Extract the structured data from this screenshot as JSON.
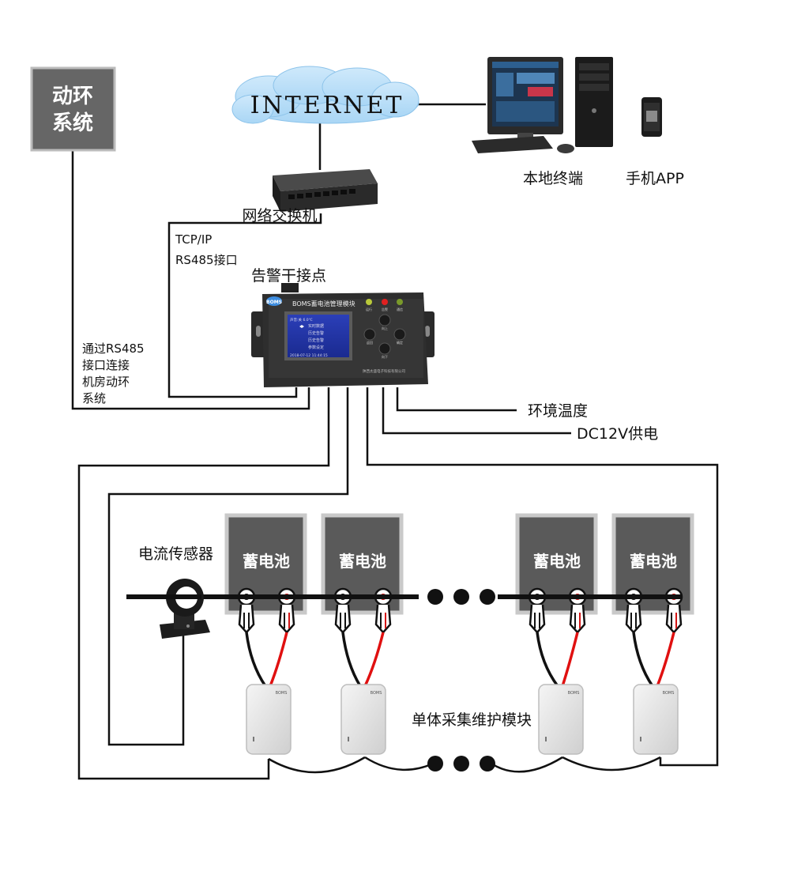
{
  "labels": {
    "dynamic_env_system": [
      "动环",
      "系统"
    ],
    "internet": "INTERNET",
    "local_terminal": "本地终端",
    "mobile_app": "手机APP",
    "network_switch": "网络交换机",
    "tcp_ip": "TCP/IP",
    "rs485_port": "RS485接口",
    "alarm_dry_contact": "告警干接点",
    "rs485_note": [
      "通过RS485",
      "接口连接",
      "机房动环",
      "系统"
    ],
    "env_temperature": "环境温度",
    "dc12v_power": "DC12V供电",
    "current_sensor": "电流传感器",
    "single_module": "单体采集维护模块",
    "battery": "蓄电池"
  },
  "device": {
    "logo": "BOMS",
    "title": "BOMS蓄电池管理模块",
    "company": "陕西太盛电子科技有限公司",
    "screen_top": "声音:关    6.0℃",
    "screen_menu": [
      "实时数据",
      "历史告警",
      "历史告警",
      "参数设定"
    ],
    "screen_time": "2018-07-12  11:44:15",
    "led_labels": [
      "运行",
      "告警",
      "通信"
    ],
    "button_labels": [
      "向上",
      "返回",
      "确定",
      "向下"
    ]
  },
  "module_brand": "BOMS",
  "batteries": [
    {
      "label": "蓄电池"
    },
    {
      "label": "蓄电池"
    },
    {
      "label": "蓄电池"
    },
    {
      "label": "蓄电池"
    }
  ]
}
